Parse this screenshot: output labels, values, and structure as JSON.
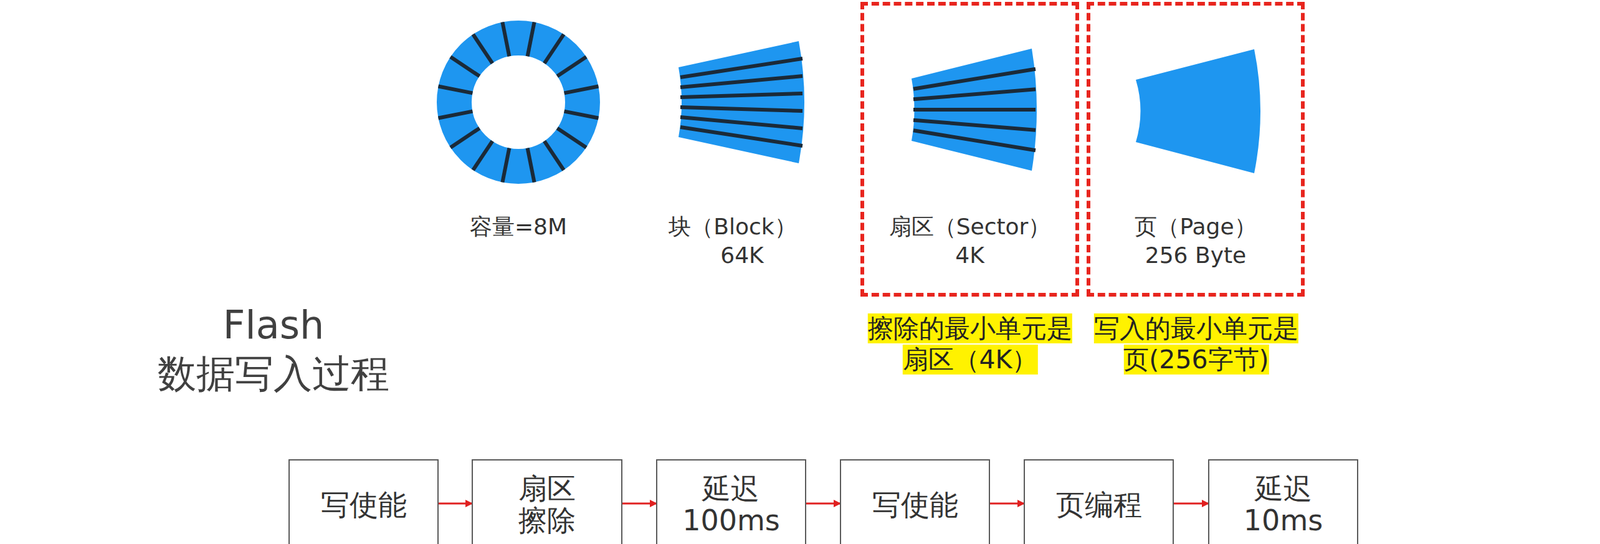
{
  "diagram": {
    "title": "Flash 数据写入过程",
    "nodes": [
      {
        "text": [
          "扇区（Sector）",
          "4K"
        ]
      },
      {
        "text": [
          "页（Page）",
          "256 Byte"
        ]
      },
      {
        "text": [
          "写使能"
        ]
      },
      {
        "text": [
          "扇区 擦除"
        ]
      },
      {
        "text": [
          "延迟 100ms"
        ]
      },
      {
        "text": [
          "写使能"
        ]
      },
      {
        "text": [
          "页编程"
        ]
      },
      {
        "text": [
          "延迟 10ms"
        ]
      }
    ],
    "edges": [
      {
        "from": 2,
        "to": 3,
        "arrow": "to"
      },
      {
        "from": 3,
        "to": 4,
        "arrow": "to"
      },
      {
        "from": 4,
        "to": 5,
        "arrow": "to"
      },
      {
        "from": 5,
        "to": 6,
        "arrow": "to"
      },
      {
        "from": 6,
        "to": 7,
        "arrow": "to"
      }
    ],
    "labels": [
      "容量=8M",
      "块（Block）",
      "64K",
      "擦除的最小单元是 扇区（4K）",
      "写入的最小单元是 页(256字节)"
    ]
  }
}
